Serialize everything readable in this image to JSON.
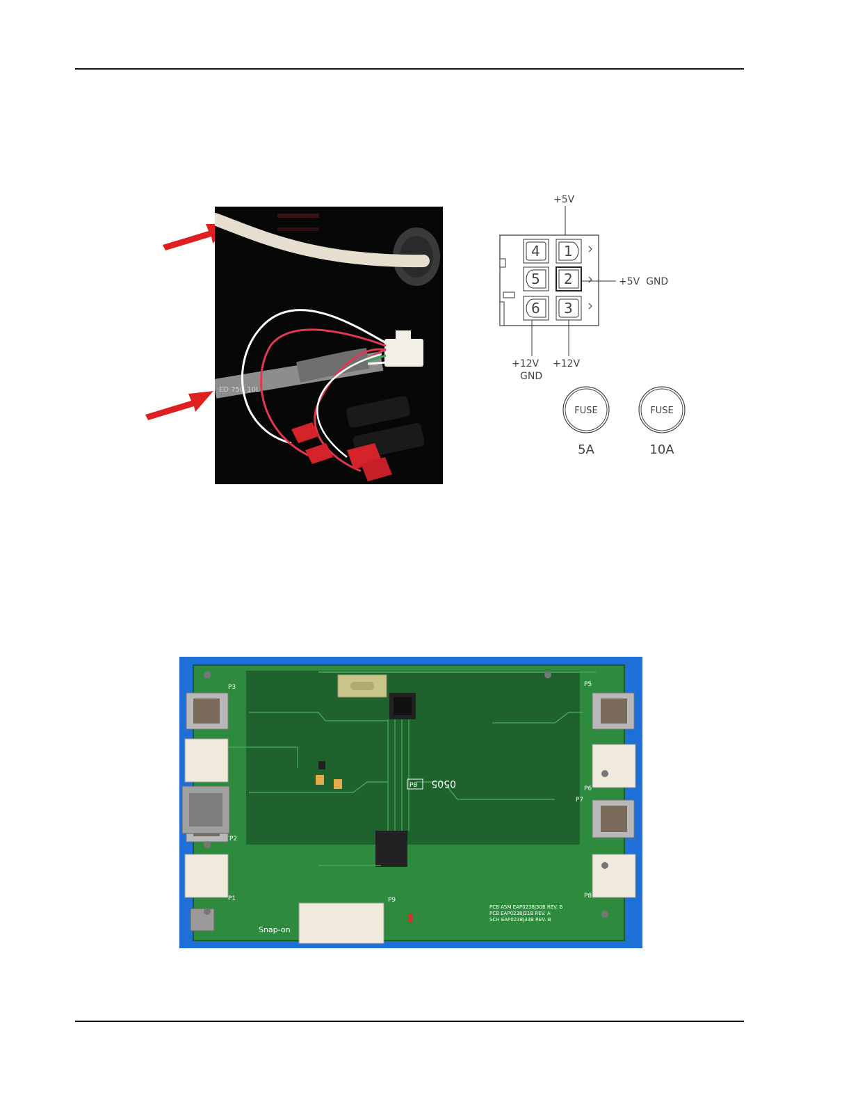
{
  "figure1": {
    "connector_labels": {
      "top": "+5V",
      "right": "+5V  GND",
      "bottom_left_1": "+12V",
      "bottom_left_2": "GND",
      "bottom_right": "+12V"
    },
    "pins": [
      "4",
      "1",
      "5",
      "2",
      "6",
      "3"
    ],
    "fuses": [
      {
        "text": "FUSE",
        "rating": "5A"
      },
      {
        "text": "FUSE",
        "rating": "10A"
      }
    ],
    "cable_print": "ED 75C 10L"
  },
  "figure2": {
    "connector_labels": [
      "P3",
      "P5",
      "P6",
      "P7",
      "P2",
      "P1",
      "P8",
      "P9"
    ],
    "board_text": {
      "brand": "Snap-on",
      "date_code": "0505",
      "pb_mark": "PB",
      "assembly": "PCB ASM  EAP0238J30B  REV. B",
      "pcb": "PCB EAP0238J31B  REV. A",
      "schematic": "SCH EAP0238J33B  REV. B"
    }
  },
  "colors": {
    "arrow": "#e02020",
    "board_bg": "#1f6fd8",
    "pcb_green": "#2e8b3e"
  }
}
